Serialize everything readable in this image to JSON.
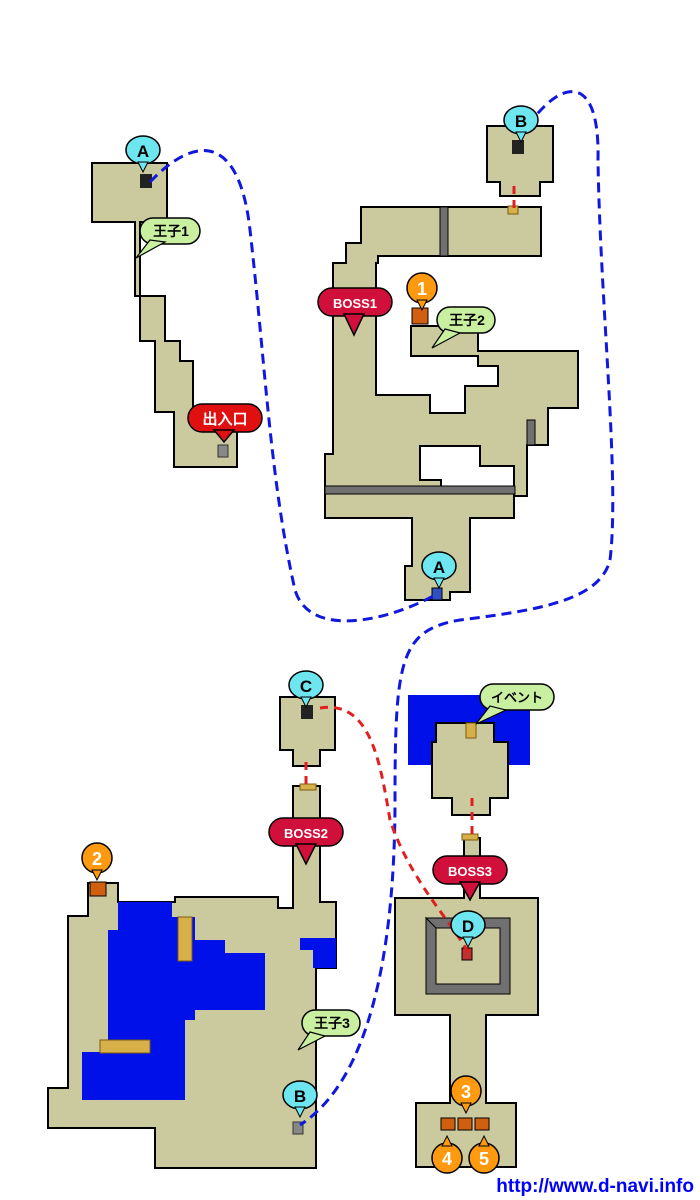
{
  "url": "http://www.d-navi.info",
  "warp_labels": {
    "a_top": "A",
    "b_top": "B",
    "a_bottom": "A",
    "c_top": "C",
    "d_center": "D",
    "b_bottom": "B"
  },
  "boss_labels": {
    "boss1": "BOSS1",
    "boss2": "BOSS2",
    "boss3": "BOSS3"
  },
  "entrance_label": "出入口",
  "prince_labels": {
    "p1": "王子1",
    "p2": "王子2",
    "p3": "王子3"
  },
  "event_label": "イベント",
  "treasure_labels": {
    "t1": "1",
    "t2": "2",
    "t3": "3",
    "t4": "4",
    "t5": "5"
  },
  "colors": {
    "floor": "#cbc99e",
    "water": "#0010e8",
    "warp": "#6ee6f0",
    "boss": "#d0103a",
    "entrance": "#e01010",
    "prince": "#c8f0a0",
    "treasure": "#ff9a10",
    "blue_link": "#1018e0",
    "red_link": "#e02020",
    "url": "#0000ff"
  }
}
